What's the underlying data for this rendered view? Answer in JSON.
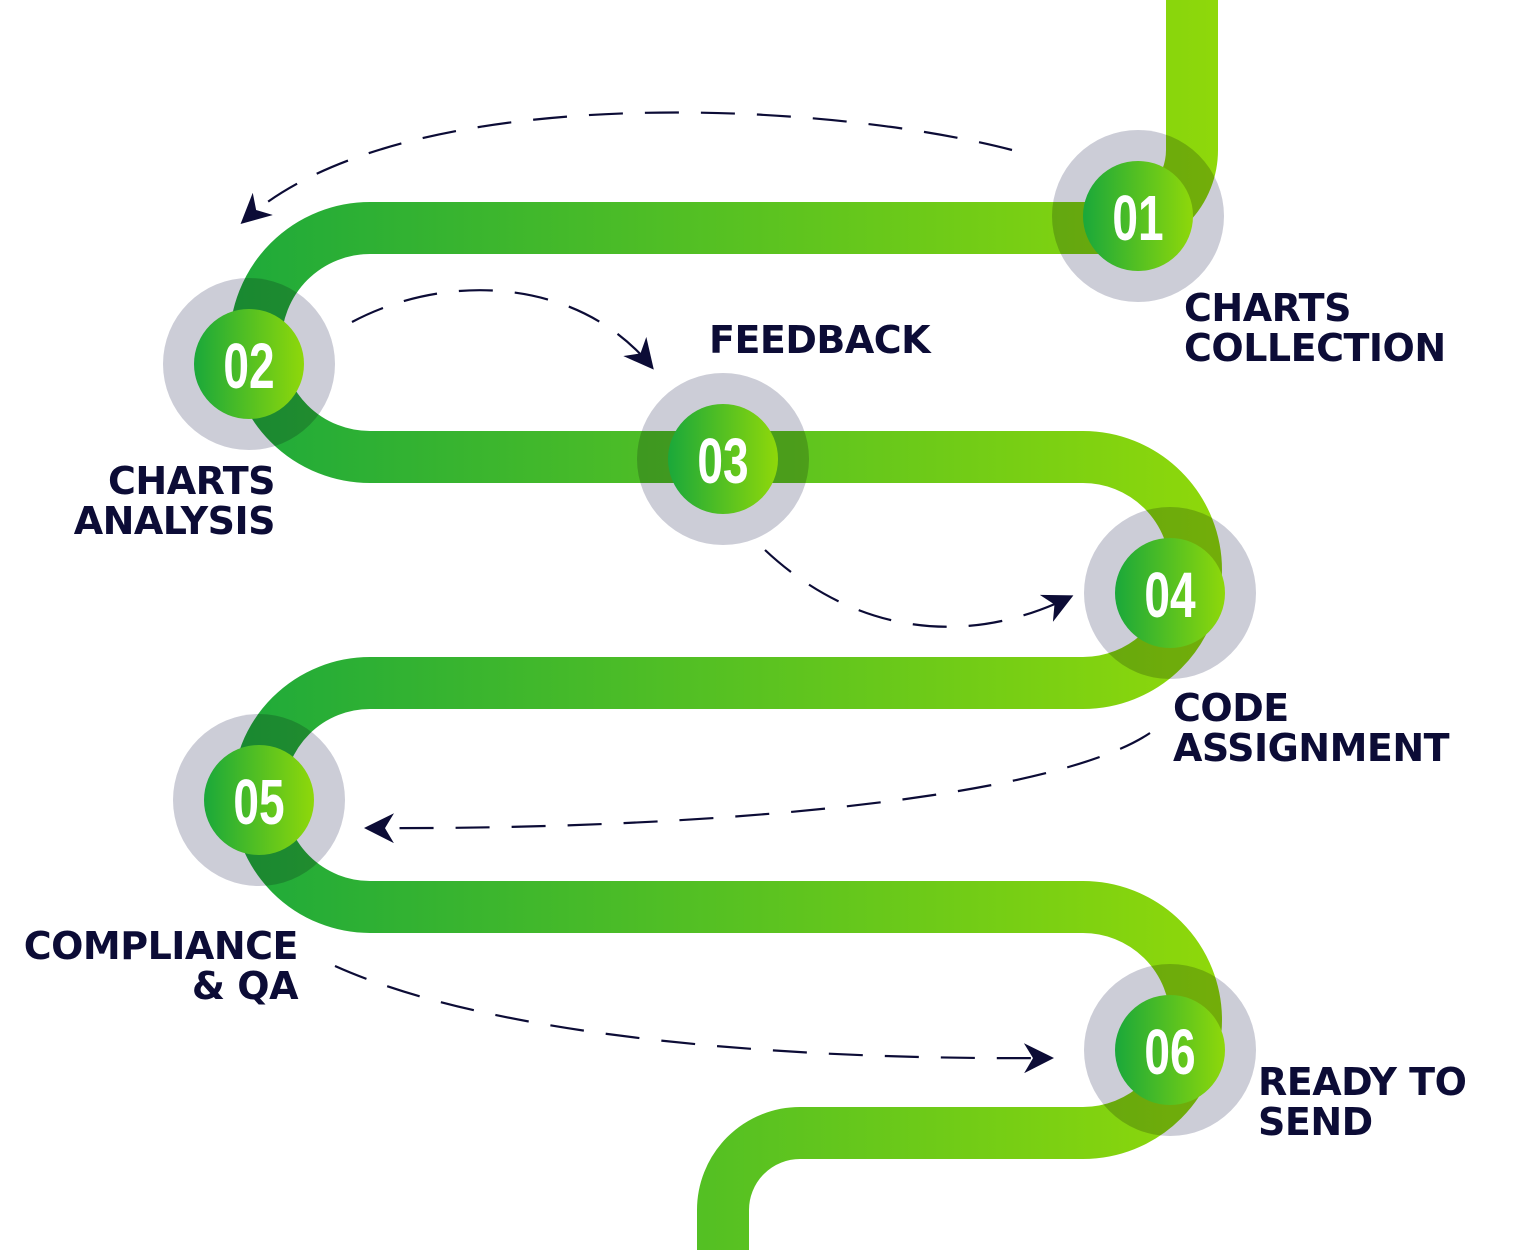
{
  "colors": {
    "path_start": "#1faa3a",
    "path_end": "#8fd80a",
    "halo": "#cccdd7",
    "text": "#0c0c36"
  },
  "steps": [
    {
      "number": "01",
      "label_lines": [
        "CHARTS",
        "COLLECTION"
      ]
    },
    {
      "number": "02",
      "label_lines": [
        "CHARTS",
        "ANALYSIS"
      ]
    },
    {
      "number": "03",
      "label_lines": [
        "FEEDBACK"
      ]
    },
    {
      "number": "04",
      "label_lines": [
        "CODE",
        "ASSIGNMENT"
      ]
    },
    {
      "number": "05",
      "label_lines": [
        "COMPLIANCE",
        "& QA"
      ]
    },
    {
      "number": "06",
      "label_lines": [
        "READY TO",
        "SEND"
      ]
    }
  ]
}
